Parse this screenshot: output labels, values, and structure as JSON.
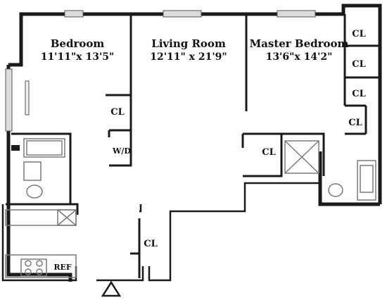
{
  "floor_plan": {
    "rooms": [
      {
        "name": "Bedroom",
        "dimensions": "11'11\"x 13'5\""
      },
      {
        "name": "Living Room",
        "dimensions": "12'11\"  x  21'9\""
      },
      {
        "name": "Master Bedroom",
        "dimensions": "13'6\"x 14'2\""
      }
    ],
    "closets": [
      "CL",
      "CL",
      "CL",
      "CL",
      "CL",
      "CL",
      "CL"
    ],
    "washer_dryer": "W/D",
    "refrigerator": "REF",
    "entry_marker": "entry-triangle-icon"
  },
  "colors": {
    "wall": "#1a1a1a",
    "window_fill": "#dcdcdc",
    "fixture": "#7a7a7a"
  }
}
